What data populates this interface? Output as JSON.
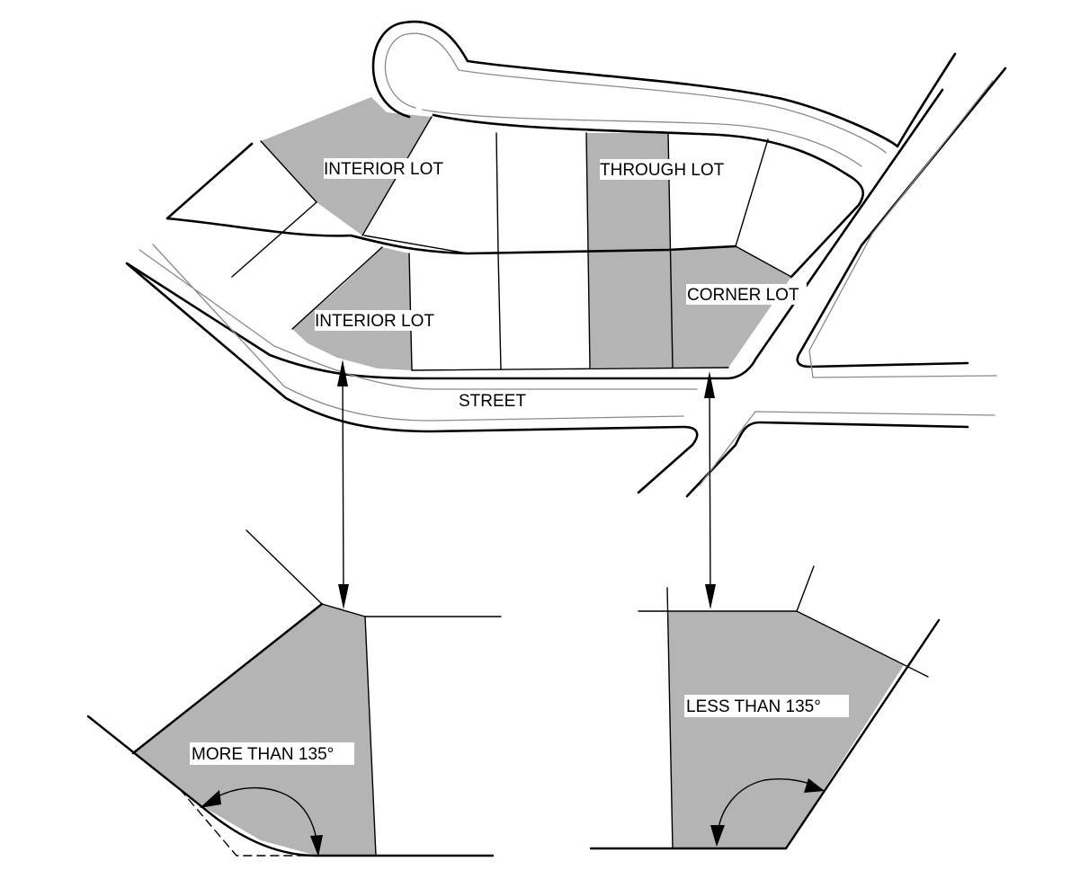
{
  "diagram": {
    "labels": {
      "interior_lot_top": "INTERIOR LOT",
      "through_lot": "THROUGH LOT",
      "interior_lot_bottom": "INTERIOR LOT",
      "corner_lot": "CORNER LOT",
      "street": "STREET",
      "more_than": "MORE THAN 135°",
      "less_than": "LESS THAN 135°"
    },
    "colors": {
      "shaded_lot": "#b4b4b4",
      "line": "#000000",
      "street_inner_line": "#8a8a8a",
      "background": "#ffffff"
    }
  }
}
